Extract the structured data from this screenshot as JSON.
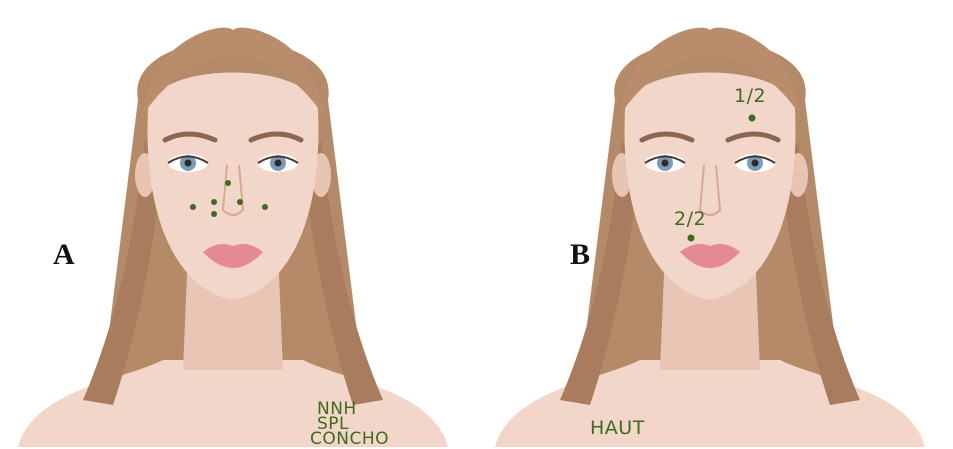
{
  "panels": [
    {
      "letter": "A",
      "labels": [
        "NNH",
        "SPL",
        "CONCHO"
      ]
    },
    {
      "letter": "B",
      "labels": [
        "1/2",
        "2/2",
        "HAUT"
      ]
    }
  ],
  "colors": {
    "hair": "#b58a68",
    "skin": "#f2d6c9",
    "lips": "#e58a95",
    "iris": "#7d9bb8",
    "marker": "#3f6b1e"
  }
}
